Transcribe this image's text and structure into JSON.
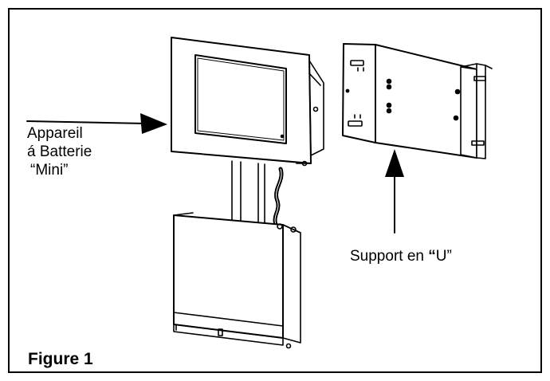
{
  "figure": {
    "caption": "Figure 1",
    "labels": {
      "device_line1": "Appareil",
      "device_line2": "á Batterie",
      "device_line3": "“Mini”",
      "support_text": "Support en ",
      "support_quote": "“",
      "support_rest": "U”"
    }
  },
  "icons": {
    "device": "battery-unit-drawing",
    "bracket": "u-bracket-drawing",
    "arrow": "pointer-arrow"
  },
  "colors": {
    "line": "#000000",
    "background": "#ffffff"
  }
}
